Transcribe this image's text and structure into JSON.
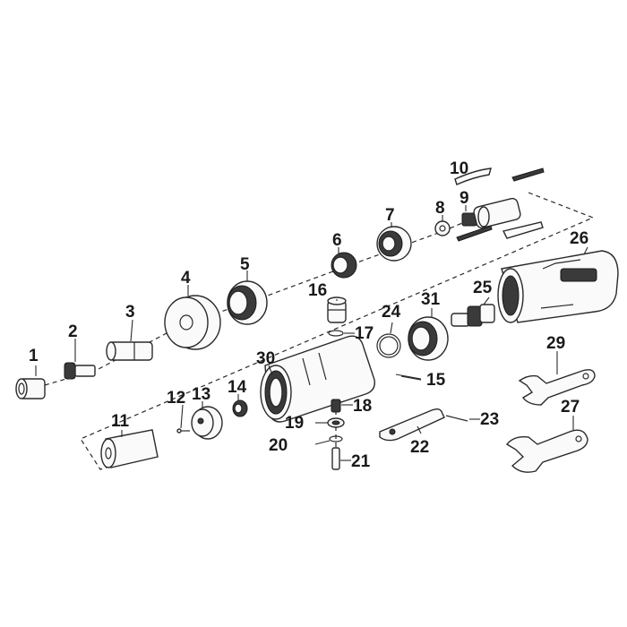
{
  "parts": [
    {
      "id": "p1",
      "label": "1"
    },
    {
      "id": "p2",
      "label": "2"
    },
    {
      "id": "p3",
      "label": "3"
    },
    {
      "id": "p4",
      "label": "4"
    },
    {
      "id": "p5",
      "label": "5"
    },
    {
      "id": "p6",
      "label": "6"
    },
    {
      "id": "p7",
      "label": "7"
    },
    {
      "id": "p8",
      "label": "8"
    },
    {
      "id": "p9",
      "label": "9"
    },
    {
      "id": "p10",
      "label": "10"
    },
    {
      "id": "p11",
      "label": "11"
    },
    {
      "id": "p12",
      "label": "12"
    },
    {
      "id": "p13",
      "label": "13"
    },
    {
      "id": "p14",
      "label": "14"
    },
    {
      "id": "p15",
      "label": "15"
    },
    {
      "id": "p16",
      "label": "16"
    },
    {
      "id": "p17",
      "label": "17"
    },
    {
      "id": "p18",
      "label": "18"
    },
    {
      "id": "p19",
      "label": "19"
    },
    {
      "id": "p20",
      "label": "20"
    },
    {
      "id": "p21",
      "label": "21"
    },
    {
      "id": "p22",
      "label": "22"
    },
    {
      "id": "p23",
      "label": "23"
    },
    {
      "id": "p24",
      "label": "24"
    },
    {
      "id": "p25",
      "label": "25"
    },
    {
      "id": "p26",
      "label": "26"
    },
    {
      "id": "p27",
      "label": "27"
    },
    {
      "id": "p29",
      "label": "29"
    },
    {
      "id": "p30",
      "label": "30"
    },
    {
      "id": "p31",
      "label": "31"
    }
  ]
}
